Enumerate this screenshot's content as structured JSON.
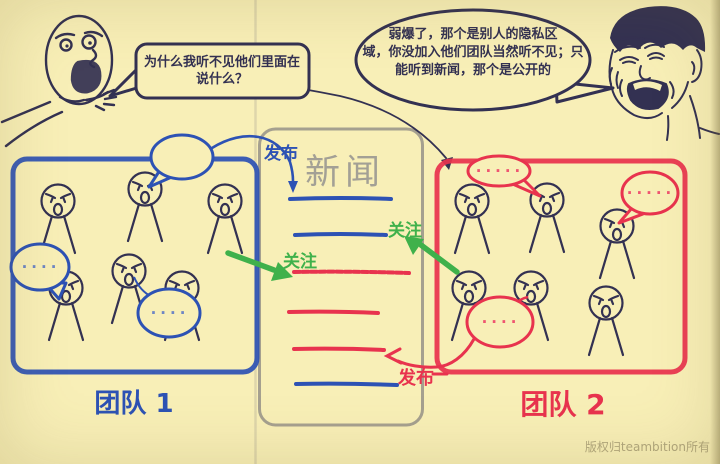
{
  "colors": {
    "background": "#f8efb7",
    "ink": "#333152",
    "team1": "#2d52b4",
    "team2": "#e8334e",
    "follow": "#3fb14b",
    "panel_border": "#9b978b",
    "news_title": "#a3a095",
    "copyright": "#b2a87e",
    "dots_team1": "#6e86c4",
    "dots_team2": "#ef5570"
  },
  "meme_left": {
    "speech": {
      "line1": "为什么我听不见他们里面在",
      "line2": "说什么？"
    }
  },
  "meme_right": {
    "speech": {
      "line1": "弱爆了，那个是别人的隐私区",
      "line2": "域，你没加入他们团队当然听不见；只",
      "line3": "能听到新闻，那个是公开的"
    }
  },
  "news": {
    "title": "新闻",
    "publish_left_label": "发布",
    "publish_right_label": "发布",
    "follow_left_label": "关注",
    "follow_right_label": "关注",
    "lines": [
      {
        "by": "team1",
        "color": "#2d52b4",
        "style": "solid"
      },
      {
        "by": "team1",
        "color": "#2d52b4",
        "style": "solid"
      },
      {
        "by": "team2",
        "color": "#e8334e",
        "style": "rough"
      },
      {
        "by": "team2",
        "color": "#e8334e",
        "style": "solid"
      },
      {
        "by": "team2",
        "color": "#e8334e",
        "style": "solid"
      },
      {
        "by": "team1",
        "color": "#2d52b4",
        "style": "solid"
      }
    ]
  },
  "team1": {
    "label": "团队 1",
    "bubble_dots_1": "····",
    "bubble_dots_2": "····"
  },
  "team2": {
    "label": "团队 2",
    "bubble_dots_1": "·····",
    "bubble_dots_2": "·····",
    "bubble_dots_3": "····"
  },
  "footer": {
    "copyright": "版权归teambition所有"
  }
}
